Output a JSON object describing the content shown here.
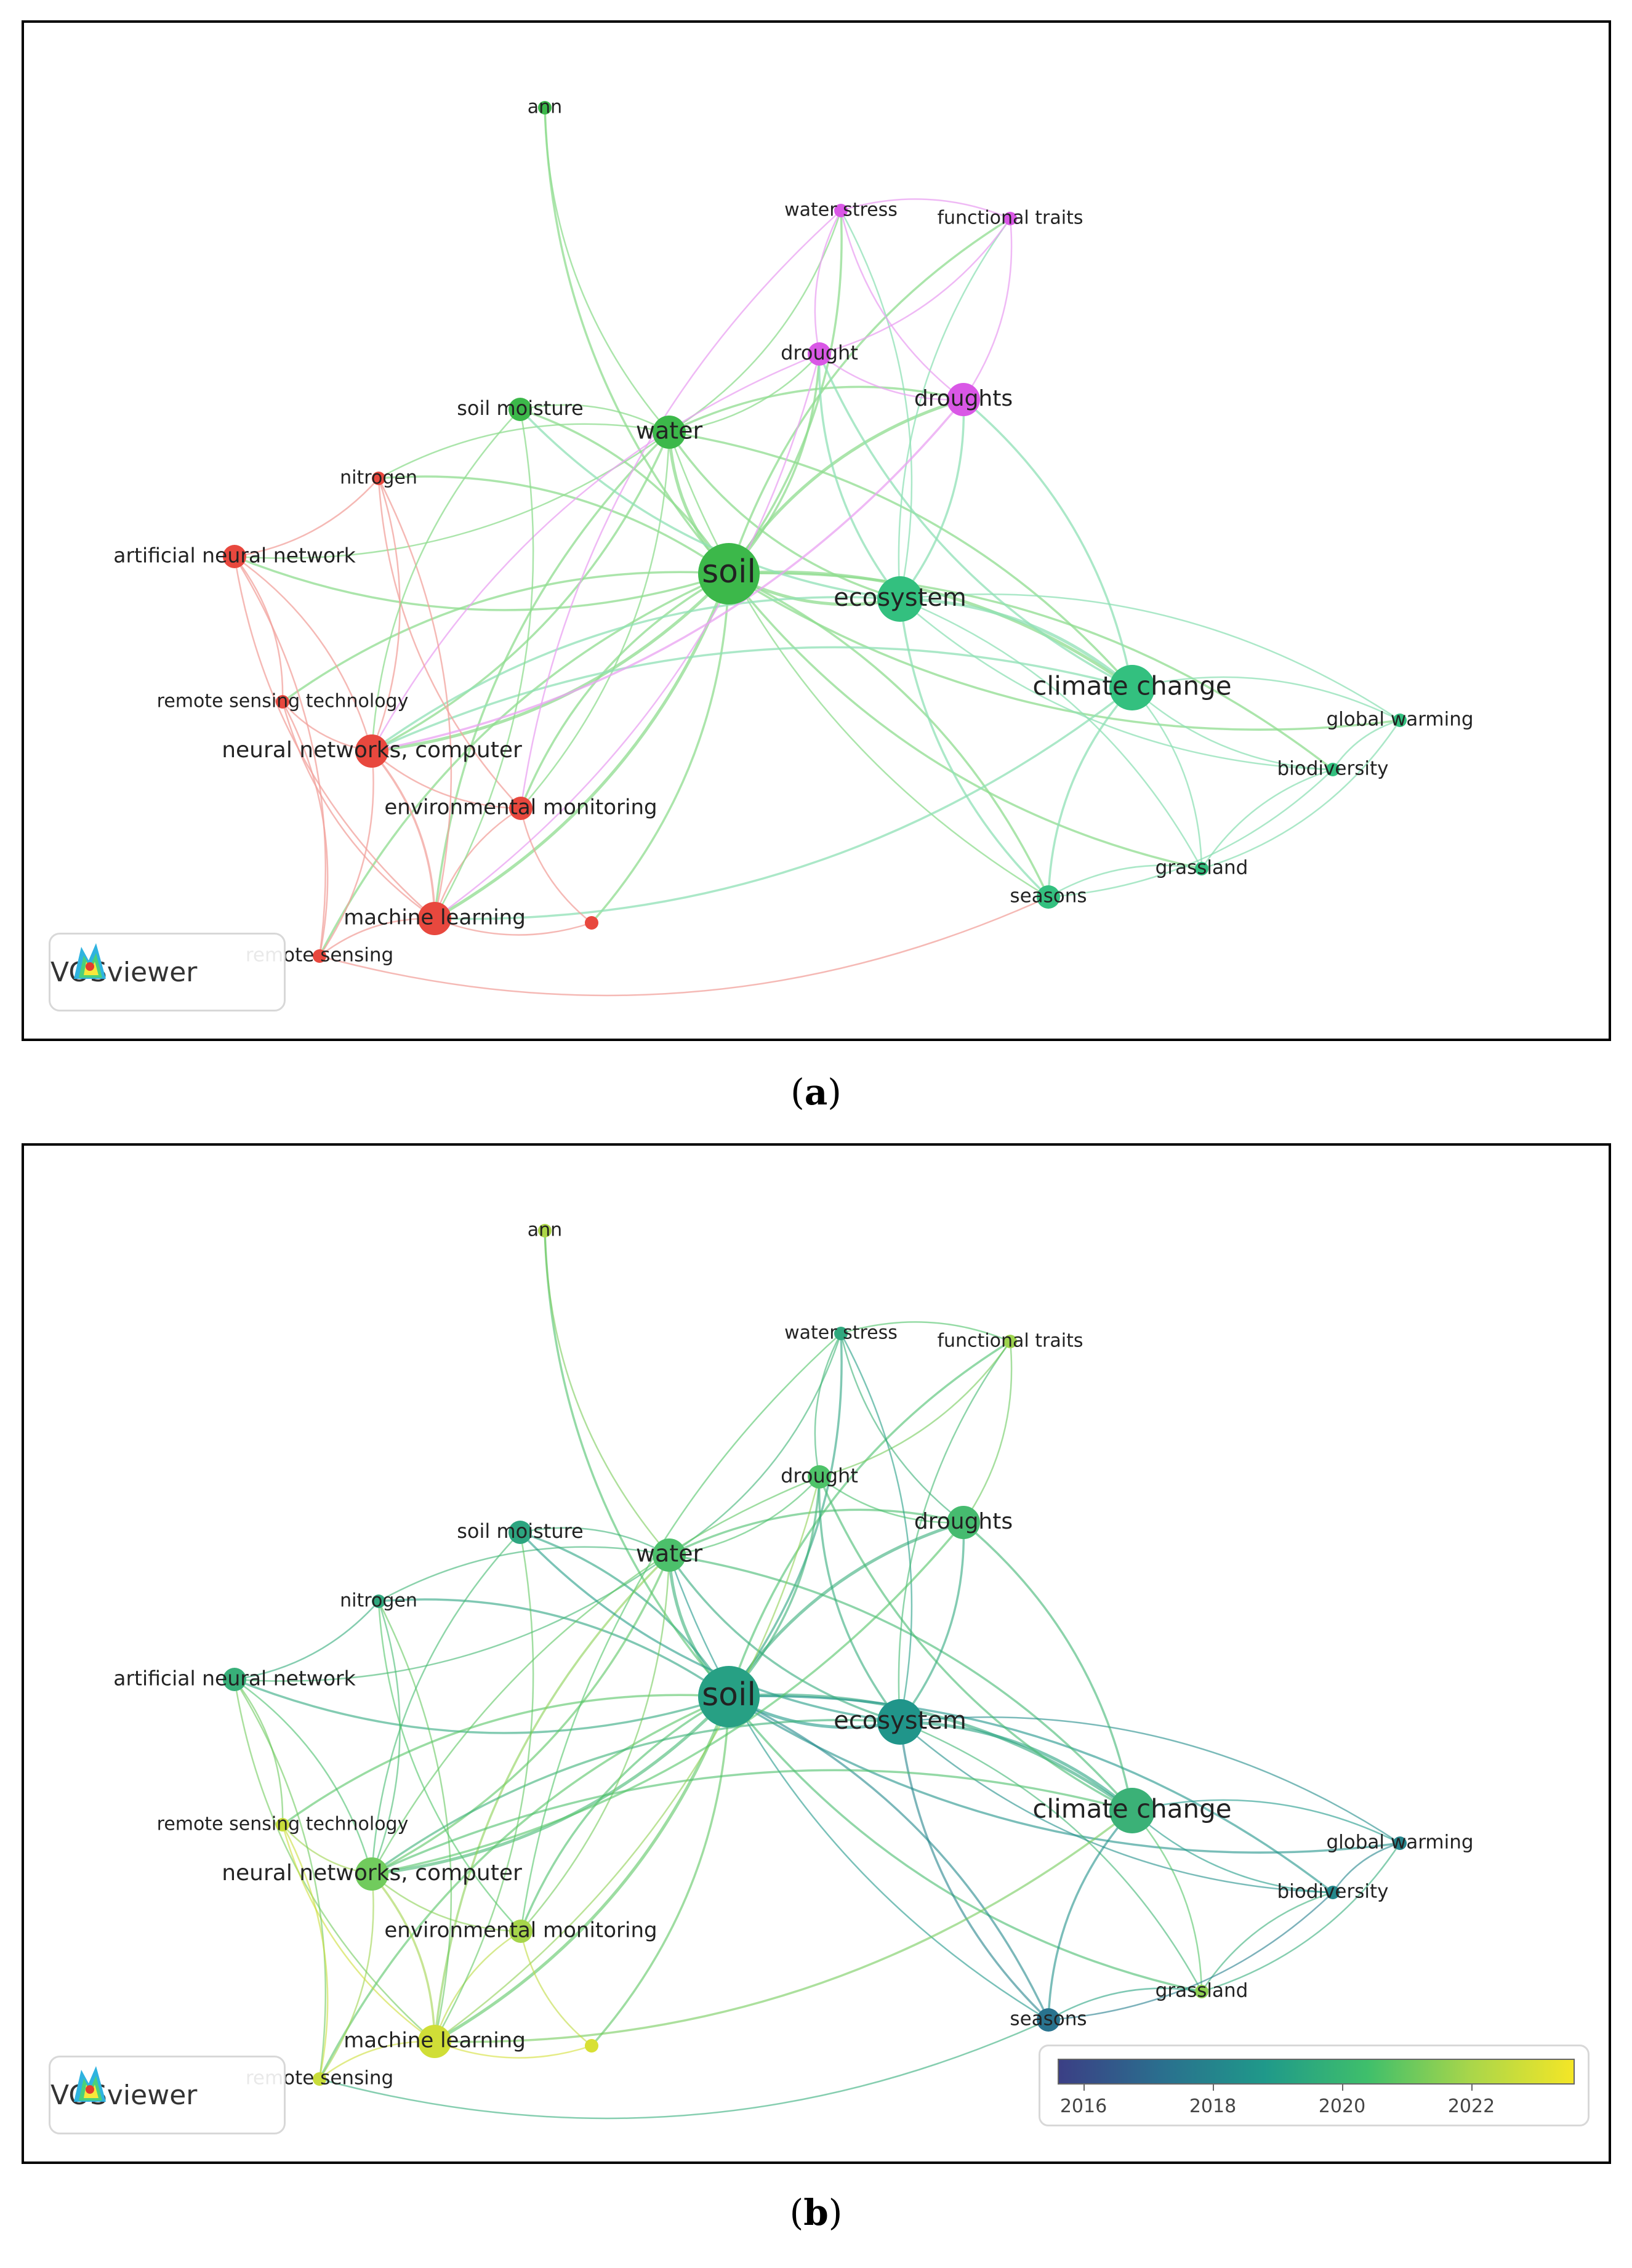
{
  "panels": [
    {
      "id": "a",
      "caption_letter": "a"
    },
    {
      "id": "b",
      "caption_letter": "b"
    }
  ],
  "branding": {
    "name": "VOSviewer"
  },
  "colorbar": {
    "ticks": [
      "2016",
      "2018",
      "2020",
      "2022"
    ],
    "range": [
      2015.6,
      2023.6
    ]
  },
  "nodes": [
    {
      "id": "soil",
      "label": "soil",
      "weight": 5,
      "cluster": "green",
      "year": 2019.9
    },
    {
      "id": "water",
      "label": "water",
      "weight": 3,
      "cluster": "green",
      "year": 2021.2
    },
    {
      "id": "ecosystem",
      "label": "ecosystem",
      "weight": 4,
      "cluster": "teal",
      "year": 2019.4
    },
    {
      "id": "climate-change",
      "label": "climate change",
      "weight": 4,
      "cluster": "teal",
      "year": 2020.6
    },
    {
      "id": "soil-moisture",
      "label": "soil moisture",
      "weight": 2,
      "cluster": "green",
      "year": 2020.1
    },
    {
      "id": "ann",
      "label": "ann",
      "weight": 1,
      "cluster": "green",
      "year": 2022.6
    },
    {
      "id": "water-stress",
      "label": "water stress",
      "weight": 1,
      "cluster": "magenta",
      "year": 2020.2
    },
    {
      "id": "functional-traits",
      "label": "functional traits",
      "weight": 1,
      "cluster": "magenta",
      "year": 2022.4
    },
    {
      "id": "drought",
      "label": "drought",
      "weight": 2,
      "cluster": "magenta",
      "year": 2021.3
    },
    {
      "id": "droughts",
      "label": "droughts",
      "weight": 3,
      "cluster": "magenta",
      "year": 2021.0
    },
    {
      "id": "nitrogen",
      "label": "nitrogen",
      "weight": 1,
      "cluster": "red",
      "year": 2020.2
    },
    {
      "id": "artificial-neural-network",
      "label": "artificial neural network",
      "weight": 2,
      "cluster": "red",
      "year": 2020.5
    },
    {
      "id": "remote-sensing-technology",
      "label": "remote sensing technology",
      "weight": 1,
      "cluster": "red",
      "year": 2023.0
    },
    {
      "id": "neural-networks-computer",
      "label": "neural networks, computer",
      "weight": 3,
      "cluster": "red",
      "year": 2021.8
    },
    {
      "id": "environmental-monitoring",
      "label": "environmental monitoring",
      "weight": 2,
      "cluster": "red",
      "year": 2022.5
    },
    {
      "id": "machine-learning",
      "label": "machine learning",
      "weight": 3,
      "cluster": "red",
      "year": 2023.1
    },
    {
      "id": "remote-sensing",
      "label": "remote sensing",
      "weight": 1,
      "cluster": "red",
      "year": 2023.0
    },
    {
      "id": "unlabeled-red",
      "label": "",
      "weight": 1,
      "cluster": "red",
      "year": 2023.2
    },
    {
      "id": "global-warming",
      "label": "global warming",
      "weight": 1,
      "cluster": "teal",
      "year": 2018.6
    },
    {
      "id": "biodiversity",
      "label": "biodiversity",
      "weight": 1,
      "cluster": "teal",
      "year": 2018.8
    },
    {
      "id": "grassland",
      "label": "grassland",
      "weight": 1,
      "cluster": "teal",
      "year": 2022.2
    },
    {
      "id": "seasons",
      "label": "seasons",
      "weight": 2,
      "cluster": "teal",
      "year": 2017.8
    }
  ],
  "edges": [
    [
      "soil",
      "water"
    ],
    [
      "soil",
      "ecosystem"
    ],
    [
      "soil",
      "climate-change"
    ],
    [
      "soil",
      "soil-moisture"
    ],
    [
      "soil",
      "ann"
    ],
    [
      "soil",
      "water-stress"
    ],
    [
      "soil",
      "functional-traits"
    ],
    [
      "soil",
      "drought"
    ],
    [
      "soil",
      "droughts"
    ],
    [
      "soil",
      "nitrogen"
    ],
    [
      "soil",
      "artificial-neural-network"
    ],
    [
      "soil",
      "remote-sensing-technology"
    ],
    [
      "soil",
      "neural-networks-computer"
    ],
    [
      "soil",
      "environmental-monitoring"
    ],
    [
      "soil",
      "machine-learning"
    ],
    [
      "soil",
      "remote-sensing"
    ],
    [
      "soil",
      "unlabeled-red"
    ],
    [
      "soil",
      "global-warming"
    ],
    [
      "soil",
      "biodiversity"
    ],
    [
      "soil",
      "grassland"
    ],
    [
      "soil",
      "seasons"
    ],
    [
      "water",
      "ecosystem"
    ],
    [
      "water",
      "climate-change"
    ],
    [
      "water",
      "soil-moisture"
    ],
    [
      "water",
      "ann"
    ],
    [
      "water",
      "drought"
    ],
    [
      "water",
      "droughts"
    ],
    [
      "water",
      "water-stress"
    ],
    [
      "water",
      "neural-networks-computer"
    ],
    [
      "water",
      "machine-learning"
    ],
    [
      "water",
      "environmental-monitoring"
    ],
    [
      "water",
      "nitrogen"
    ],
    [
      "water",
      "artificial-neural-network"
    ],
    [
      "water",
      "seasons"
    ],
    [
      "ecosystem",
      "climate-change"
    ],
    [
      "ecosystem",
      "droughts"
    ],
    [
      "ecosystem",
      "drought"
    ],
    [
      "ecosystem",
      "seasons"
    ],
    [
      "ecosystem",
      "grassland"
    ],
    [
      "ecosystem",
      "biodiversity"
    ],
    [
      "ecosystem",
      "global-warming"
    ],
    [
      "ecosystem",
      "water-stress"
    ],
    [
      "ecosystem",
      "functional-traits"
    ],
    [
      "ecosystem",
      "neural-networks-computer"
    ],
    [
      "ecosystem",
      "soil-moisture"
    ],
    [
      "climate-change",
      "droughts"
    ],
    [
      "climate-change",
      "global-warming"
    ],
    [
      "climate-change",
      "biodiversity"
    ],
    [
      "climate-change",
      "grassland"
    ],
    [
      "climate-change",
      "seasons"
    ],
    [
      "climate-change",
      "drought"
    ],
    [
      "climate-change",
      "neural-networks-computer"
    ],
    [
      "climate-change",
      "machine-learning"
    ],
    [
      "drought",
      "droughts"
    ],
    [
      "drought",
      "water-stress"
    ],
    [
      "drought",
      "functional-traits"
    ],
    [
      "drought",
      "machine-learning"
    ],
    [
      "drought",
      "neural-networks-computer"
    ],
    [
      "droughts",
      "water-stress"
    ],
    [
      "droughts",
      "functional-traits"
    ],
    [
      "water-stress",
      "functional-traits"
    ],
    [
      "water-stress",
      "environmental-monitoring"
    ],
    [
      "neural-networks-computer",
      "machine-learning"
    ],
    [
      "neural-networks-computer",
      "artificial-neural-network"
    ],
    [
      "neural-networks-computer",
      "remote-sensing-technology"
    ],
    [
      "neural-networks-computer",
      "environmental-monitoring"
    ],
    [
      "neural-networks-computer",
      "remote-sensing"
    ],
    [
      "neural-networks-computer",
      "nitrogen"
    ],
    [
      "machine-learning",
      "environmental-monitoring"
    ],
    [
      "machine-learning",
      "remote-sensing"
    ],
    [
      "machine-learning",
      "artificial-neural-network"
    ],
    [
      "machine-learning",
      "unlabeled-red"
    ],
    [
      "machine-learning",
      "remote-sensing-technology"
    ],
    [
      "machine-learning",
      "nitrogen"
    ],
    [
      "artificial-neural-network",
      "remote-sensing-technology"
    ],
    [
      "artificial-neural-network",
      "nitrogen"
    ],
    [
      "artificial-neural-network",
      "remote-sensing"
    ],
    [
      "environmental-monitoring",
      "unlabeled-red"
    ],
    [
      "environmental-monitoring",
      "nitrogen"
    ],
    [
      "remote-sensing",
      "seasons"
    ],
    [
      "remote-sensing-technology",
      "remote-sensing"
    ],
    [
      "soil-moisture",
      "neural-networks-computer"
    ],
    [
      "soil-moisture",
      "machine-learning"
    ],
    [
      "global-warming",
      "biodiversity"
    ],
    [
      "global-warming",
      "grassland"
    ],
    [
      "biodiversity",
      "grassland"
    ],
    [
      "biodiversity",
      "seasons"
    ],
    [
      "grassland",
      "seasons"
    ],
    [
      "droughts",
      "neural-networks-computer"
    ]
  ]
}
